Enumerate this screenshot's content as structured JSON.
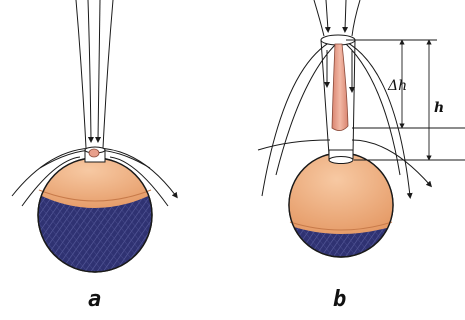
{
  "labels": {
    "panel_a": "a",
    "panel_b": "b",
    "delta_h": "Δh",
    "h": "h"
  },
  "colors": {
    "cap": "#f0b287",
    "cap_edge": "#c77a4a",
    "sphere_body": "#2f3272",
    "sphere_hatch": "#5a5e9e",
    "plume": "#e8a08c",
    "line": "#1a1a1a"
  }
}
